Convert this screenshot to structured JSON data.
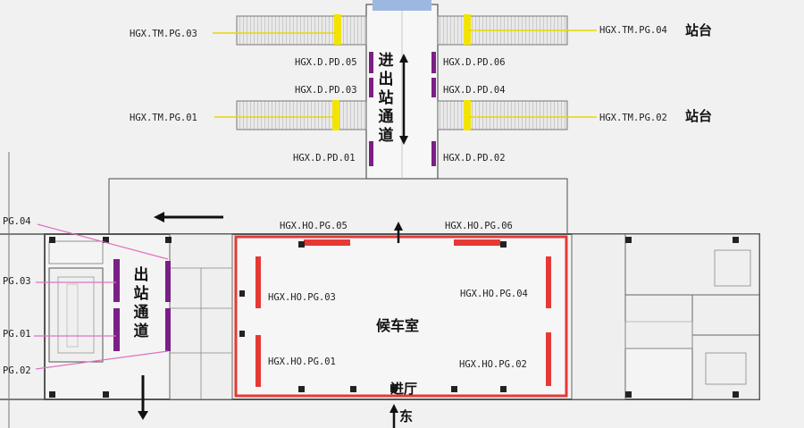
{
  "colors": {
    "highlight": "#e53935",
    "door": "#7a1f86",
    "gate": "#f2e400",
    "leader_yellow": "#e8d800",
    "leader_magenta": "#e070c0",
    "wall": "#6b6b6b",
    "roof": "#9db8e0"
  },
  "platform_gates": {
    "tm_pg_03": "HGX.TM.PG.03",
    "tm_pg_04": "HGX.TM.PG.04",
    "tm_pg_01": "HGX.TM.PG.01",
    "tm_pg_02": "HGX.TM.PG.02",
    "platform_label_top": "站台",
    "platform_label_bottom": "站台"
  },
  "passage_doors": {
    "d_pd_05": "HGX.D.PD.05",
    "d_pd_06": "HGX.D.PD.06",
    "d_pd_03": "HGX.D.PD.03",
    "d_pd_04": "HGX.D.PD.04",
    "d_pd_01": "HGX.D.PD.01",
    "d_pd_02": "HGX.D.PD.02"
  },
  "entry_exit_passage": "进出站通道",
  "exit_passage": "出站通道",
  "exit_gates": {
    "pg_04": "PG.04",
    "pg_03": "PG.03",
    "pg_01": "PG.01",
    "pg_02": "PG.02"
  },
  "waiting_room": {
    "name": "候车室",
    "entrance": "进厅",
    "ho_pg_05": "HGX.HO.PG.05",
    "ho_pg_06": "HGX.HO.PG.06",
    "ho_pg_03": "HGX.HO.PG.03",
    "ho_pg_04": "HGX.HO.PG.04",
    "ho_pg_01": "HGX.HO.PG.01",
    "ho_pg_02": "HGX.HO.PG.02"
  },
  "direction_east": "东",
  "icons": {
    "arrow_left": "arrow-left-icon",
    "arrow_up": "arrow-up-icon",
    "arrow_down": "arrow-down-icon",
    "arrow_updown": "arrow-updown-icon"
  }
}
